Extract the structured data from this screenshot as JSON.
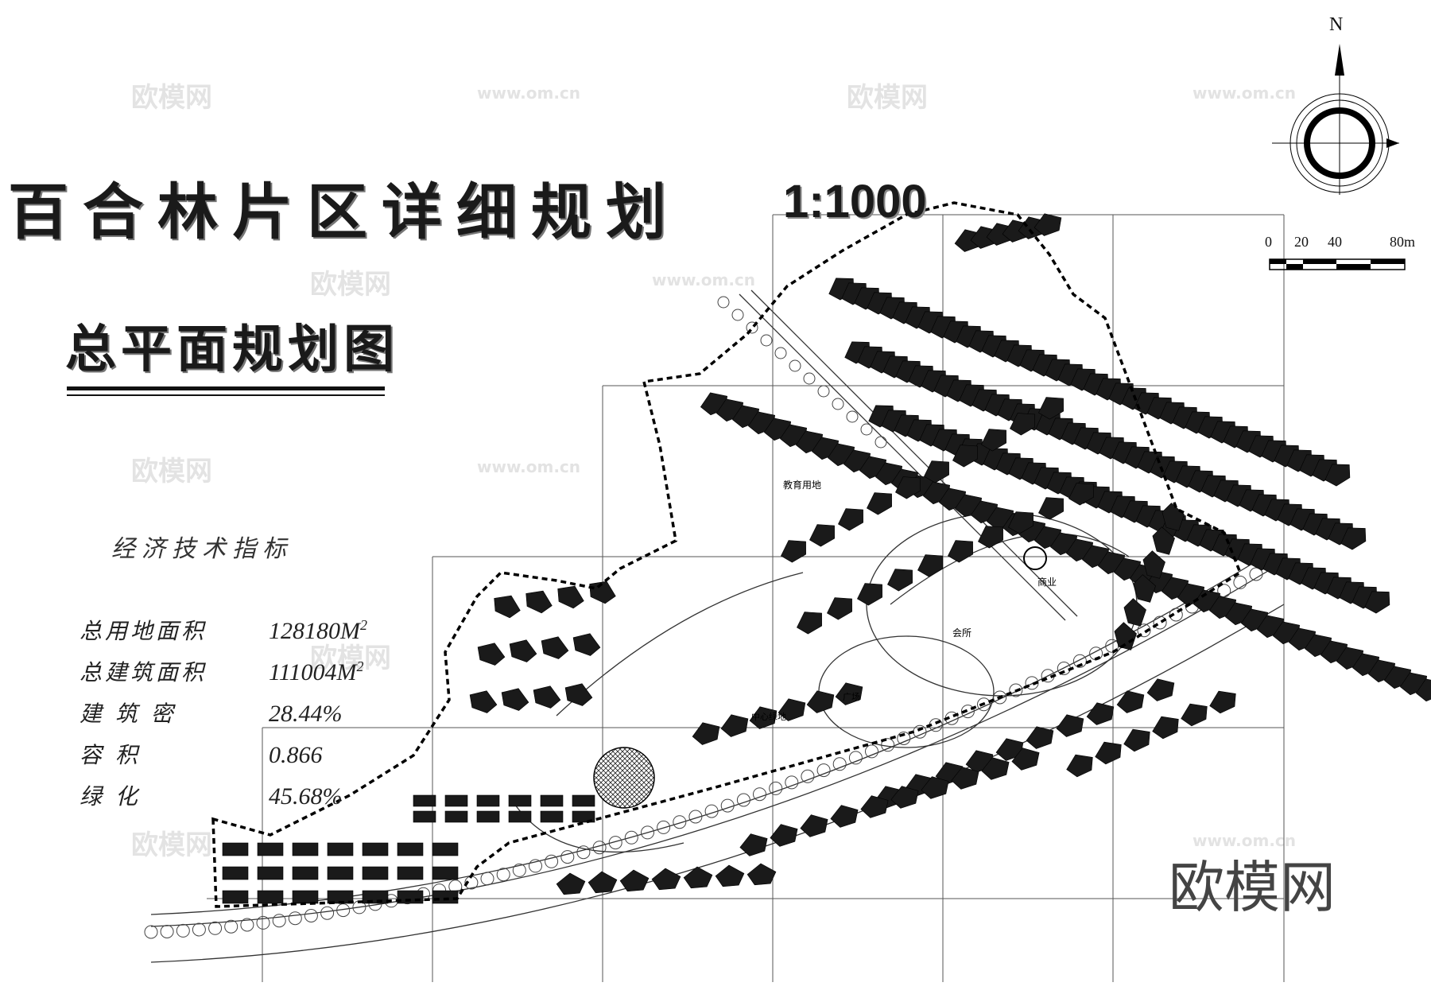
{
  "title": {
    "main": "百合林片区详细规划",
    "scale": "1:1000",
    "subtitle": "总平面规划图"
  },
  "econ": {
    "heading": "经济技术指标",
    "rows": [
      {
        "label": "总用地面积",
        "value": "128180M",
        "sup": "2"
      },
      {
        "label": "总建筑面积",
        "value": "111004M",
        "sup": "2"
      },
      {
        "label": "建  筑  密",
        "value": "28.44%",
        "sup": ""
      },
      {
        "label": "容      积",
        "value": "0.866",
        "sup": ""
      },
      {
        "label": "绿      化",
        "value": "45.68%",
        "sup": ""
      }
    ]
  },
  "compass": {
    "north_label": "N"
  },
  "scale_bar": {
    "ticks": [
      "0",
      "20",
      "40",
      "80m"
    ]
  },
  "map_labels": {
    "label_a": "教育用地",
    "label_b": "商业",
    "label_c": "会所",
    "label_d": "中心绿地",
    "label_e": "广场"
  },
  "watermark": {
    "brand": "欧模网",
    "url": "www.om.cn"
  },
  "colors": {
    "ink": "#111111",
    "watermark": "#e3e3e3"
  }
}
